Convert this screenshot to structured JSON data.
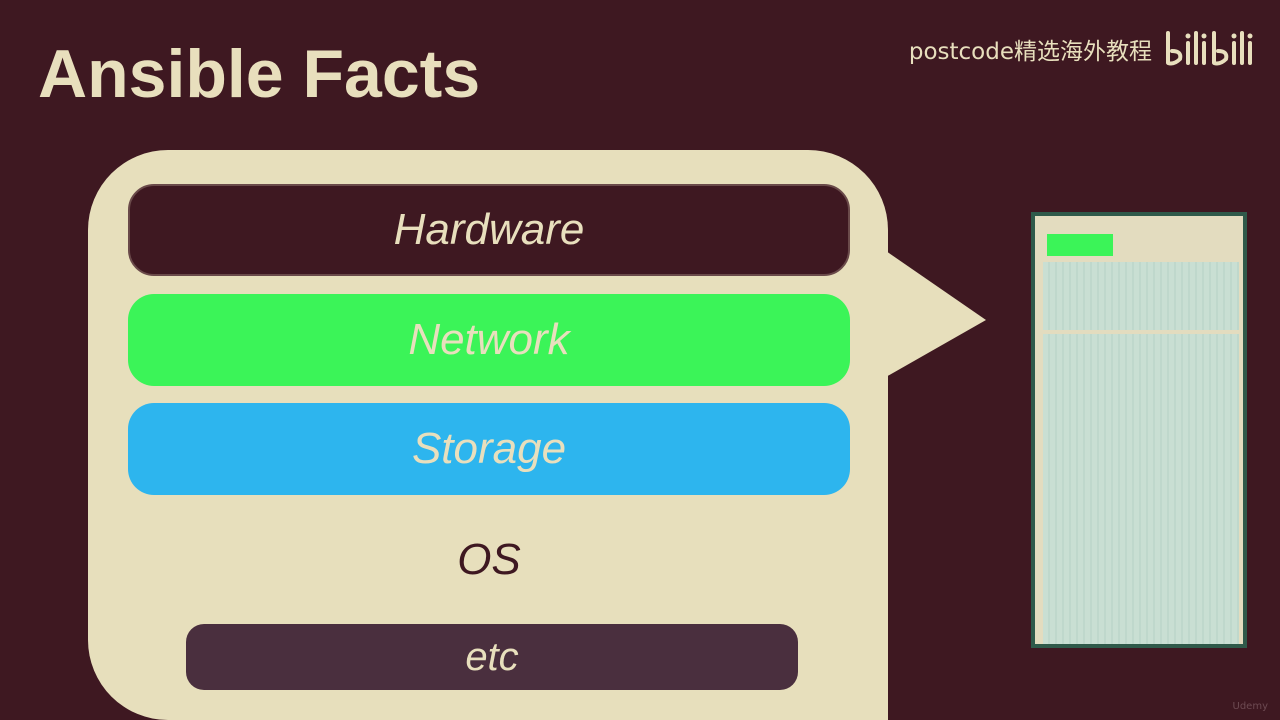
{
  "slide": {
    "title": "Ansible Facts"
  },
  "watermark": {
    "text": "postcode精选海外教程",
    "logo_icon": "bilibili-logo-icon"
  },
  "facts": {
    "hardware": "Hardware",
    "network": "Network",
    "storage": "Storage",
    "os": "OS",
    "etc": "etc"
  },
  "footer": {
    "mark": "Udemy"
  },
  "colors": {
    "background": "#3e1821",
    "bubble": "#e7dfbc",
    "text_light": "#e8dfbd",
    "network_green": "#3bf458",
    "storage_blue": "#2db5ee",
    "etc_purple": "#4a2f3e"
  }
}
